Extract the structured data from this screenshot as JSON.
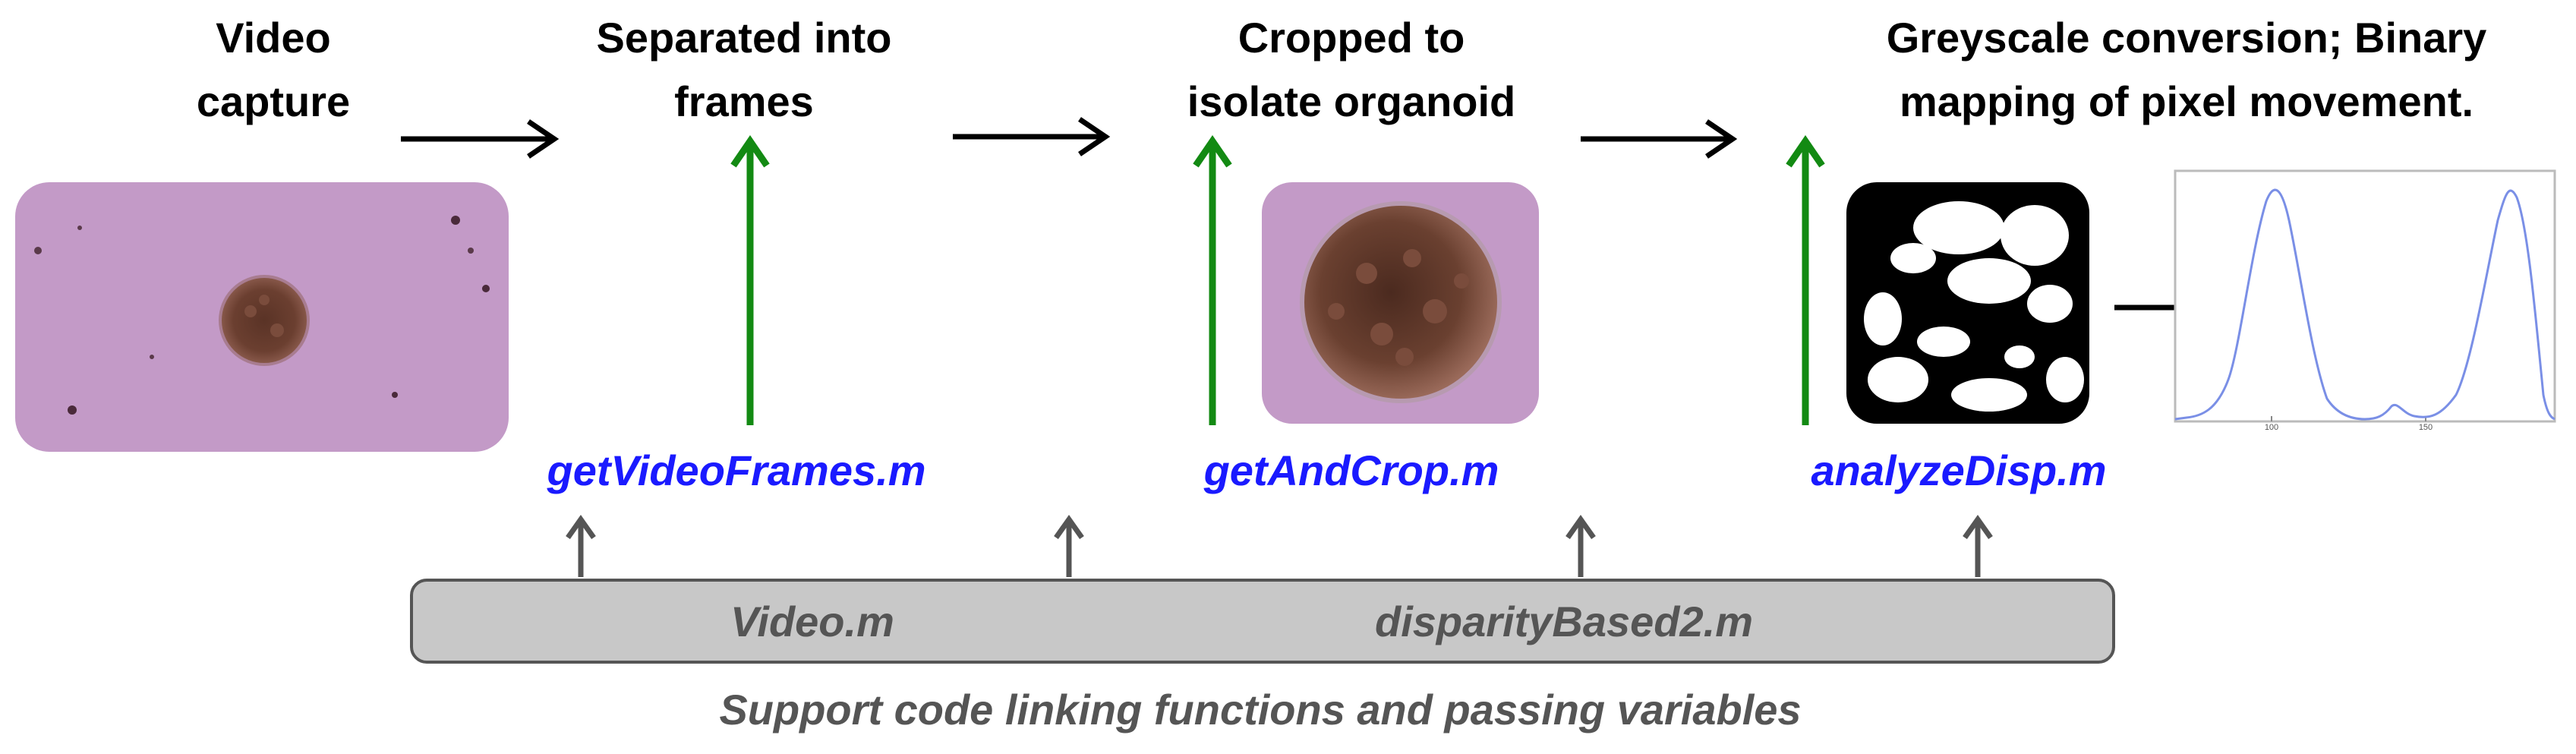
{
  "stages": [
    {
      "title": "Video\ncapture"
    },
    {
      "title": "Separated into\nframes"
    },
    {
      "title": "Cropped to\nisolate organoid"
    },
    {
      "title": "Greyscale conversion; Binary\nmapping of pixel movement."
    }
  ],
  "functions": [
    "getVideoFrames.m",
    "getAndCrop.m",
    "analyzeDisp.m"
  ],
  "support": {
    "files": [
      "Video.m",
      "disparityBased2.m"
    ],
    "caption": "Support code linking functions and passing variables"
  },
  "plot": {
    "tick_labels": [
      "100",
      "150"
    ],
    "line_color": "#7a8fe6"
  },
  "colors": {
    "black_arrow": "#000000",
    "green_arrow": "#138a13",
    "grey_arrow": "#555555",
    "function_text": "#1a1aff",
    "organoid_bg": "#c39ac7"
  }
}
